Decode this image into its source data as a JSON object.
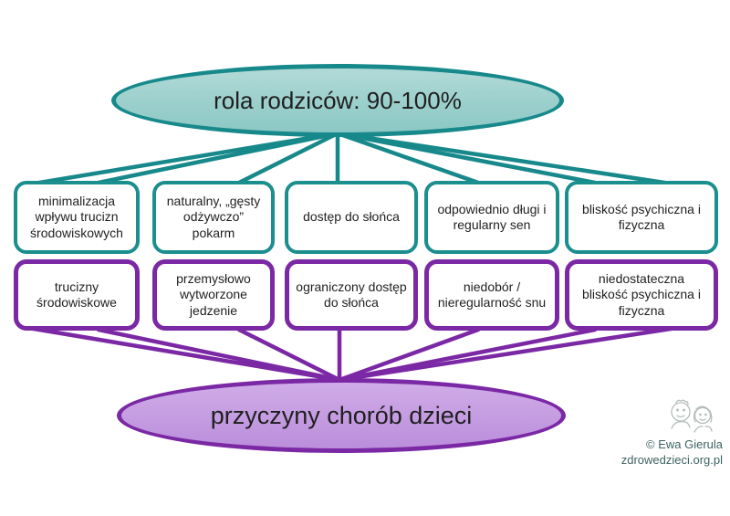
{
  "diagram": {
    "top_ellipse": {
      "label": "rola rodziców: 90-100%"
    },
    "positive_boxes": [
      {
        "label": "minimalizacja wpływu trucizn środowiskowych"
      },
      {
        "label": "naturalny, „gęsty odżywczo” pokarm"
      },
      {
        "label": "dostęp do słońca"
      },
      {
        "label": "odpowiednio długi i regularny sen"
      },
      {
        "label": "bliskość psychiczna i fizyczna"
      }
    ],
    "negative_boxes": [
      {
        "label": "trucizny środowiskowe"
      },
      {
        "label": "przemysłowo wytworzone jedzenie"
      },
      {
        "label": "ograniczony dostęp do słońca"
      },
      {
        "label": "niedobór / nieregularność snu"
      },
      {
        "label": "niedostateczna bliskość psychiczna i fizyczna"
      }
    ],
    "bottom_ellipse": {
      "label": "przyczyny chorób dzieci"
    },
    "colors": {
      "teal_border": "#17898b",
      "teal_fill": "#9bcfcc",
      "purple_border": "#7b28a5",
      "purple_fill": "#c39ae0",
      "text": "#1f1f1f",
      "credit_text": "#3f6262"
    },
    "credit": {
      "line1": "© Ewa Gierula",
      "line2": "zdrowedzieci.org.pl",
      "icon": "children-sketch-icon"
    }
  }
}
